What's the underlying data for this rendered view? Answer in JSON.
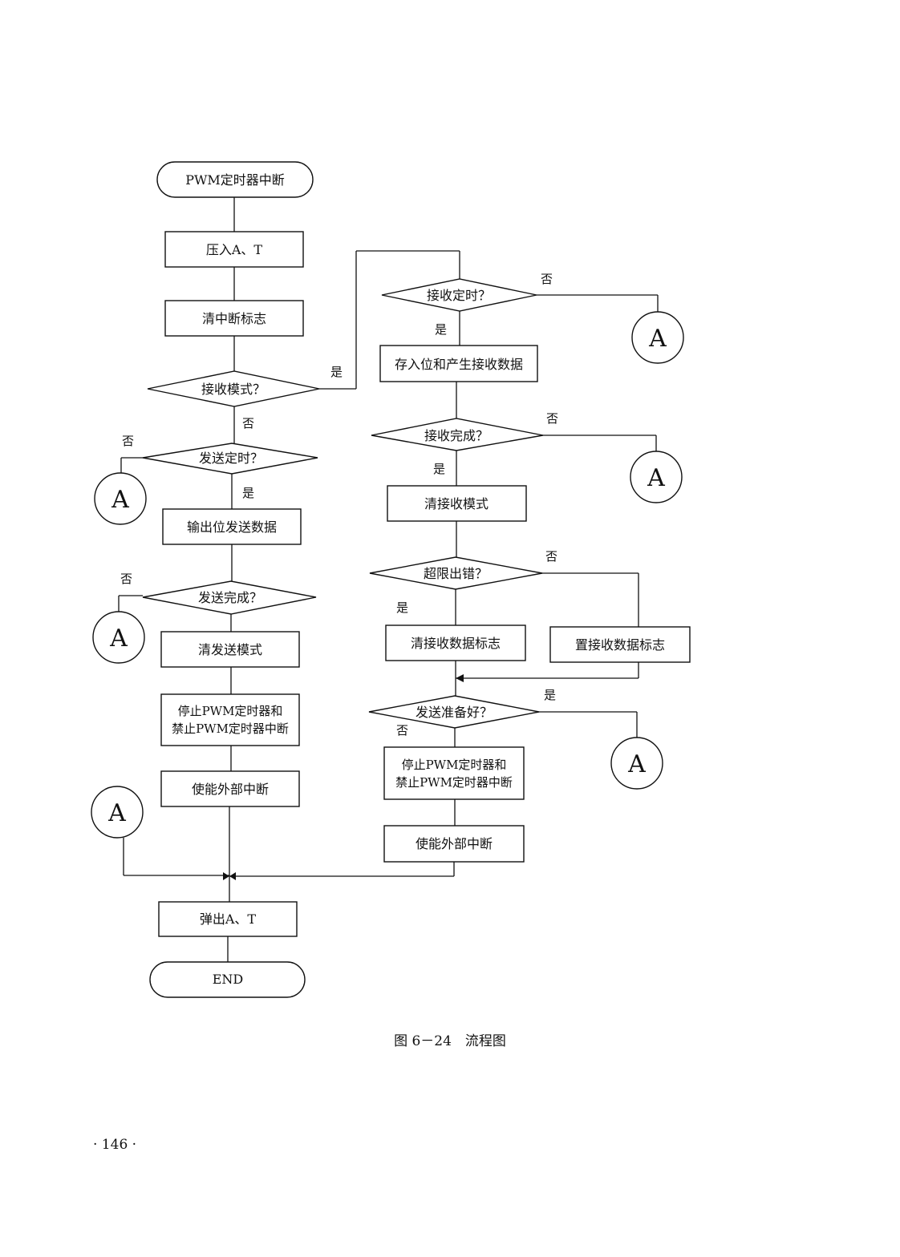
{
  "nodes": {
    "start": "PWM定时器中断",
    "push": "压入A、T",
    "clear_int_flag": "清中断标志",
    "receive_mode_q": "接收模式？",
    "send_timing_q": "发送定时？",
    "output_bit": "输出位发送数据",
    "send_done_q": "发送完成？",
    "clear_send_mode": "清发送模式",
    "stop_pwm_left_1": "停止PWM定时器和",
    "stop_pwm_left_2": "禁止PWM定时器中断",
    "enable_ext_left": "使能外部中断",
    "pop": "弹出A、T",
    "end": "END",
    "recv_timing_q": "接收定时？",
    "store_bit": "存入位和产生接收数据",
    "recv_done_q": "接收完成？",
    "clear_recv_mode": "清接收模式",
    "overlimit_q": "超限出错？",
    "clear_recv_flag": "清接收数据标志",
    "set_recv_flag": "置接收数据标志",
    "send_ready_q": "发送准备好？",
    "stop_pwm_right_1": "停止PWM定时器和",
    "stop_pwm_right_2": "禁止PWM定时器中断",
    "enable_ext_right": "使能外部中断"
  },
  "labels": {
    "yes": "是",
    "no": "否"
  },
  "connector": "A",
  "caption": "图 6－24　流程图",
  "page_number": "· 146 ·"
}
